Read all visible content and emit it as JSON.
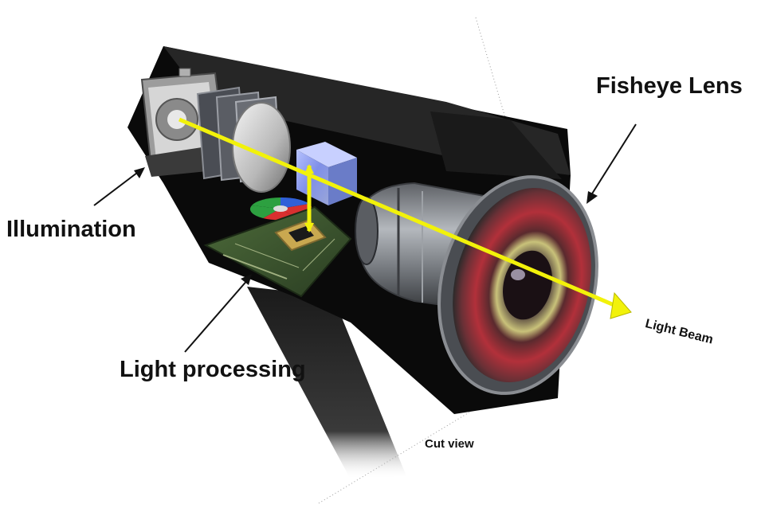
{
  "labels": {
    "fisheye_lens": "Fisheye Lens",
    "illumination": "Illumination",
    "light_processing": "Light processing",
    "light_beam": "Light Beam",
    "cut_view": "Cut view"
  },
  "colors": {
    "background": "#ffffff",
    "housing": "#0a0a0a",
    "beam": "#f2f20a",
    "prism": "#7f8fe8",
    "lens_barrel": "#7d8186",
    "board": "#3c5a2c",
    "label_text": "#111111"
  }
}
